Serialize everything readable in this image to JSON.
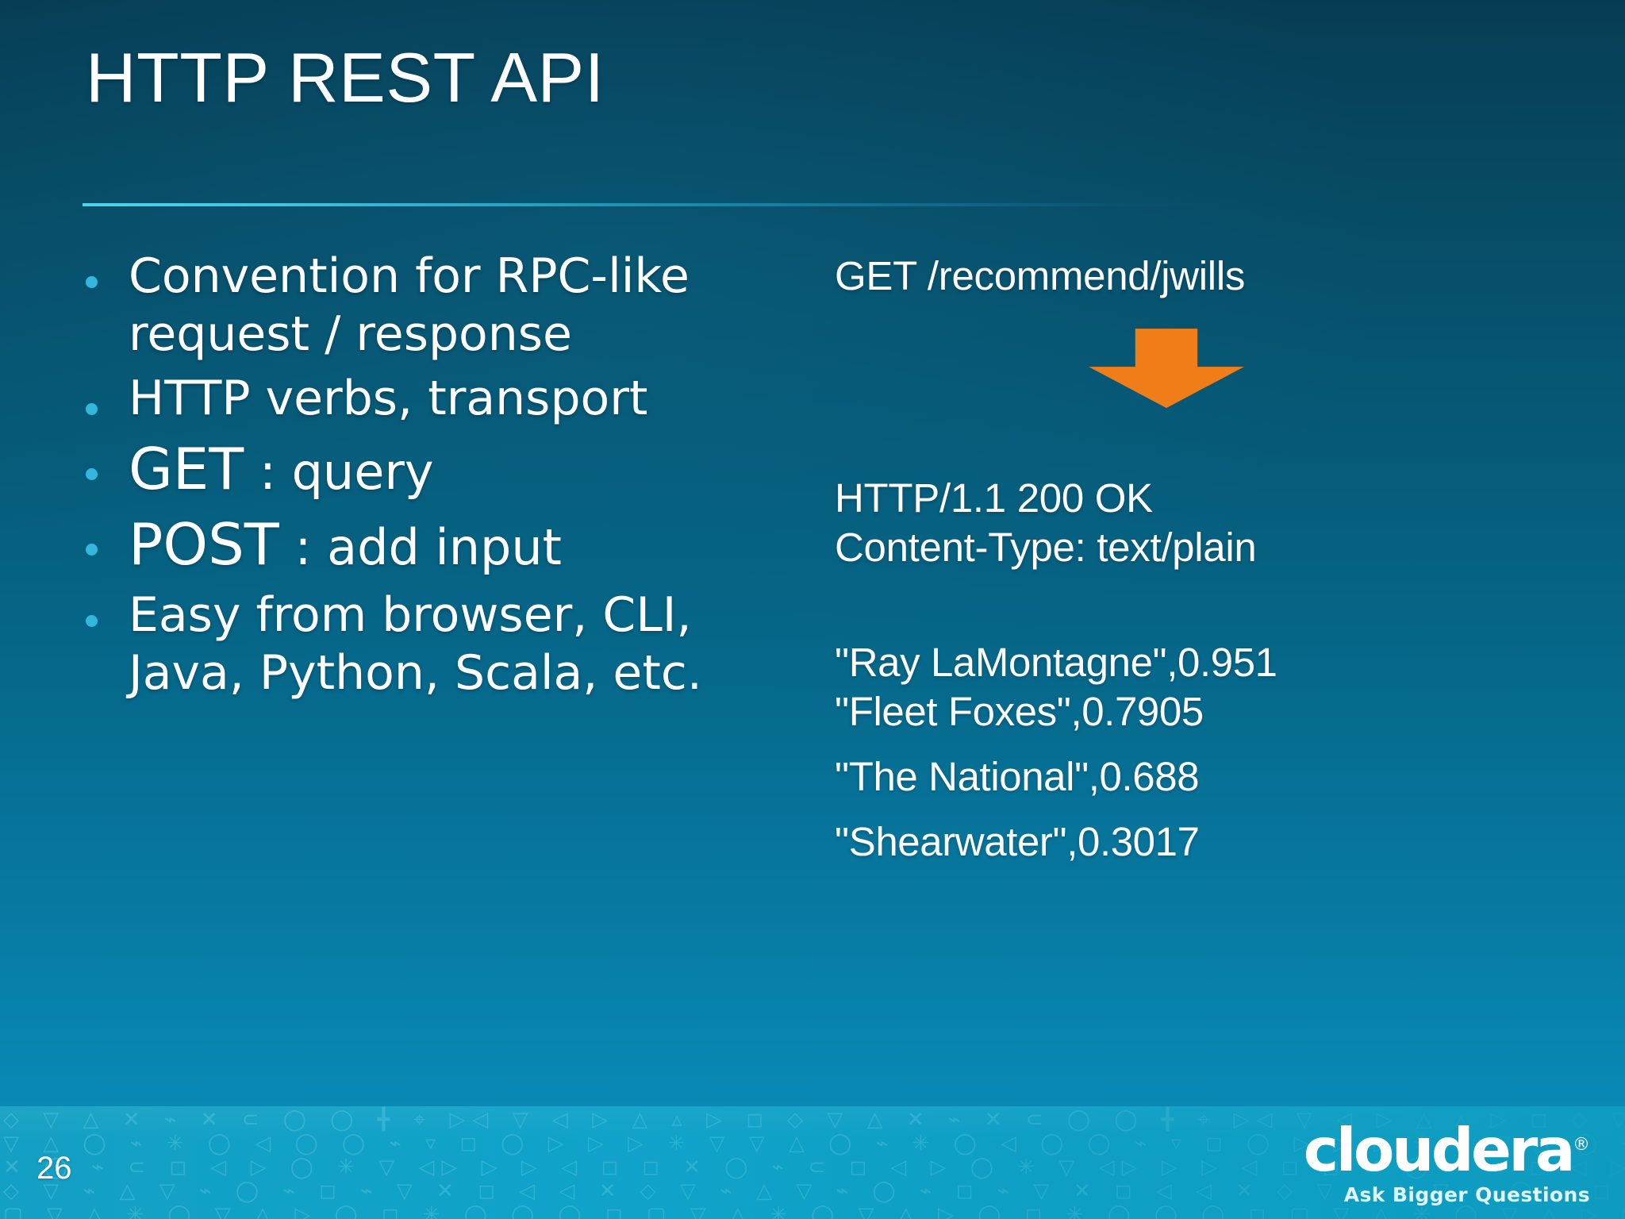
{
  "slide": {
    "title": "HTTP REST API",
    "page_number": "26",
    "accent_orange": "#f07d18",
    "bullet_dot_color": "#35b7dd",
    "rule_color": "#4fd4ee",
    "bg_top": "#073d54",
    "bg_bottom": "#0b93bf",
    "footer_color": "#10a3c9"
  },
  "bullets": [
    {
      "text": "Convention for RPC-like request / response",
      "style": "plain"
    },
    {
      "text": "HTTP verbs, transport",
      "style": "plain"
    },
    {
      "verb": "GET",
      "sep": " : ",
      "desc": "query",
      "style": "verb"
    },
    {
      "verb": "POST",
      "sep": " : ",
      "desc": "add input",
      "style": "verb"
    },
    {
      "text": "Easy from browser, CLI, Java, Python, Scala, etc.",
      "style": "plain"
    }
  ],
  "request": {
    "line": "GET /recommend/jwills",
    "arrow_icon": "arrow-down-icon"
  },
  "response": {
    "status_line": "HTTP/1.1 200 OK",
    "content_type": "Content-Type: text/plain",
    "rows": [
      "\"Ray LaMontagne\",0.951",
      "\"Fleet Foxes\",0.7905",
      "\"The National\",0.688",
      "\"Shearwater\",0.3017"
    ]
  },
  "brand": {
    "name": "cloudera",
    "registered_mark": "®",
    "tagline": "Ask Bigger Questions"
  },
  "footer_pattern": {
    "rows": [
      "◇ ▽ △ ✕ ⌁ ✕ ⊂ ◯ ◯ ╋ ⌖ ▷◁ ▽ ◁ ▷ △ ▵ ▷ ◻",
      "▽ △ ◯ ⌁ ✳ ◯ ◁ ◯ ◯ ⌁ ▿ ◻ ◯ ▷ ▷ ▷ ✳ ▽",
      "✕ ◯ ⌁ ⊂ ◻ ◁ ▷ ◯ ✳ ▽ ◁▷ ▷ ▷ ◁ ◻ ◻",
      "◇ ▽ ⌁ △ ▽ ⌁ ◯ ⌁ ◻ ⌁ ▽ ✕ ◻ ◁ ◁ ✕",
      "▢ ▽ △ ✳ ◯ ▽ △ ▷ ◯ ◻ ✳ ◯ ◯ ◯ ◻",
      "▪ ◯ △ ◻ ⌁ ◯ ╋ ◇ ⌁ ◯ ▽ ◁ ▽ ◻ ◯ ◻ ╋ ✕",
      "▪ ▪ ◇ ▷ ◯ ◁ ⌁ ◻ ⌁ ▽ ⌁ ◯ ◯ ▽ ╋ ◻ ◻ ✕"
    ]
  }
}
